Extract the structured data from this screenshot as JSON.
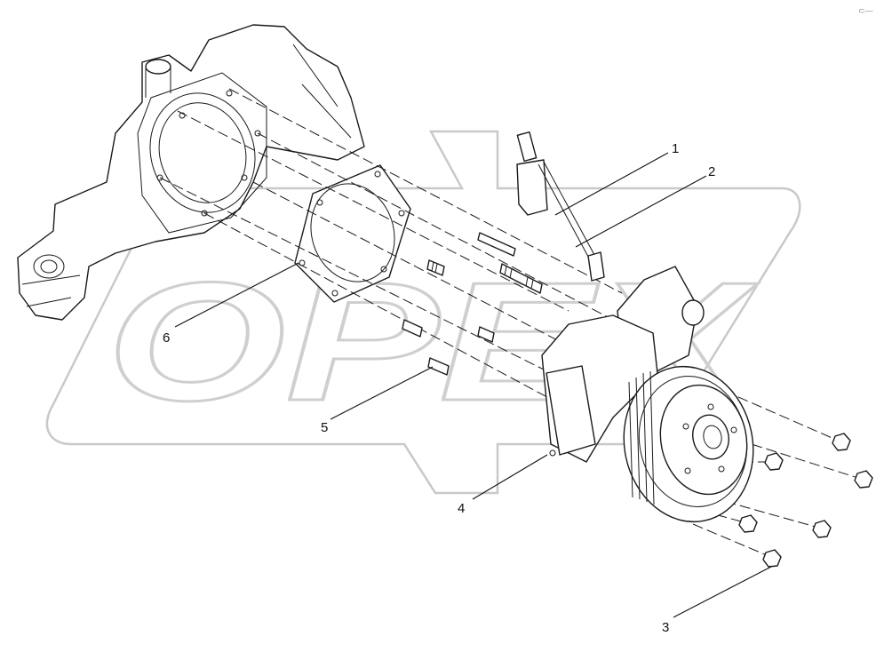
{
  "watermark_text": "OPEX",
  "corner_mark": "⊂—",
  "callouts": [
    {
      "id": "1",
      "label": "1"
    },
    {
      "id": "2",
      "label": "2"
    },
    {
      "id": "3",
      "label": "3"
    },
    {
      "id": "4",
      "label": "4"
    },
    {
      "id": "5",
      "label": "5"
    },
    {
      "id": "6",
      "label": "6"
    }
  ],
  "colors": {
    "line": "#1a1a1a",
    "watermark": "#c9c9c9",
    "background": "#ffffff"
  }
}
